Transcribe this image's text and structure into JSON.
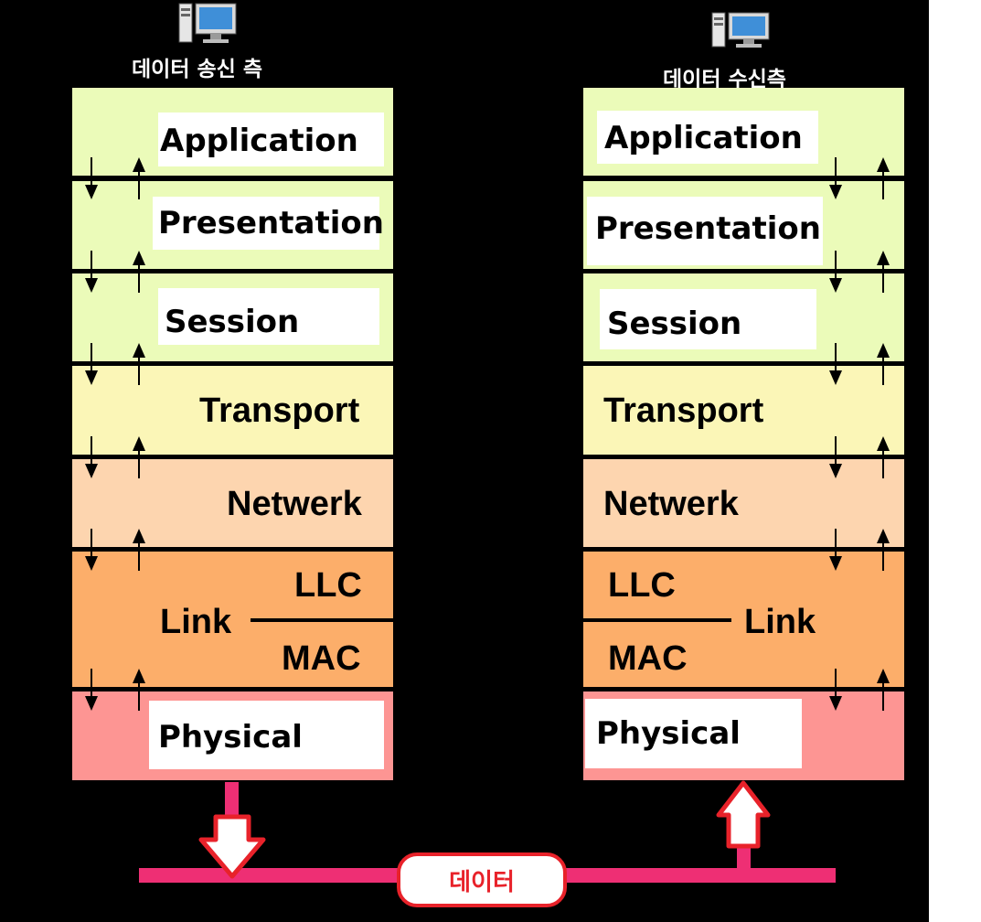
{
  "sender": {
    "title": "데이터 송신 측",
    "icon": "computer-icon",
    "layers": {
      "application": "Application",
      "presentation": "Presentation",
      "session": "Session",
      "transport": "Transport",
      "network": "Netwerk",
      "link": "Link",
      "llc": "LLC",
      "mac": "MAC",
      "physical": "Physical"
    }
  },
  "receiver": {
    "title": "데이터 수신측",
    "icon": "computer-icon",
    "layers": {
      "application": "Application",
      "presentation": "Presentation",
      "session": "Session",
      "transport": "Transport",
      "network": "Netwerk",
      "link": "Link",
      "llc": "LLC",
      "mac": "MAC",
      "physical": "Physical"
    }
  },
  "medium": {
    "label": "데이터"
  },
  "colors": {
    "session_group": "#ebfbb9",
    "transport": "#fbf6b7",
    "network": "#fdd5af",
    "link": "#fcae6a",
    "physical": "#fd9593",
    "medium_line": "#ee2f74",
    "arrow_outline": "#e8222a",
    "background": "#000000"
  }
}
